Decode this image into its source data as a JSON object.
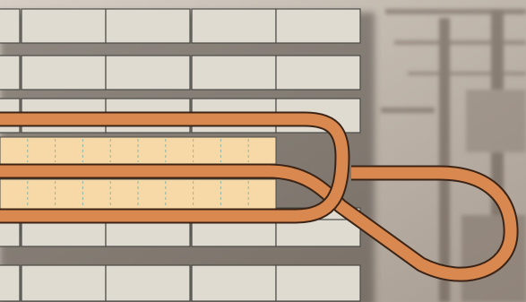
{
  "colors": {
    "background_light": "#d6cec5",
    "background_dark": "#a89d92",
    "block_fill": "#dfdbd1",
    "block_stroke": "#4a4a46",
    "bed_fill": "#f6d9a6",
    "bed_cell_divider": "#8fb5a5",
    "belt_fill": "#d9884f",
    "belt_stroke": "#3b2416"
  },
  "layout": {
    "block_rows": 6,
    "blocks_per_row": 5,
    "bed_cells_per_row": 10,
    "belt_loop": "double-loop"
  }
}
